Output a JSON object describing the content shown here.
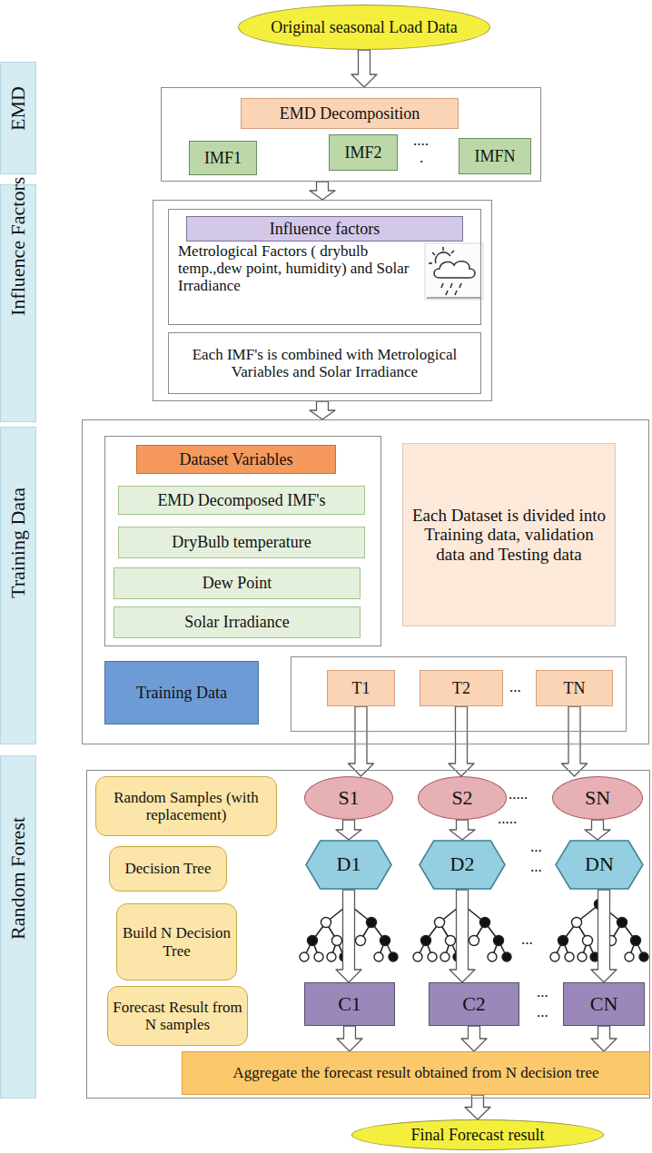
{
  "diagram": {
    "nodes": [
      {
        "text": [
          "Original seasonal Load Data"
        ]
      },
      {
        "text": [
          "EMD"
        ]
      },
      {
        "text": []
      },
      {
        "text": [
          "EMD Decomposition"
        ],
        "in": 2
      },
      {
        "text": [
          "IMF1"
        ],
        "in": 2
      },
      {
        "text": [
          "IMF2"
        ],
        "in": 2
      },
      {
        "text": [
          "IMFN"
        ],
        "in": 2
      },
      {
        "text": [
          "Influence Factors"
        ]
      },
      {
        "text": []
      },
      {
        "text": [
          "Metrological Factors ( drybulb temp.,dew point, humidity) and Solar Irradiance"
        ],
        "in": 8
      },
      {
        "text": [
          "Influence factors"
        ],
        "in": 9
      },
      {
        "text": [
          "Each IMF's is combined with Metrological Variables and Solar Irradiance"
        ],
        "in": 8
      },
      {
        "text": [
          "Training Data"
        ]
      },
      {
        "text": []
      },
      {
        "text": [],
        "in": 13
      },
      {
        "text": [
          "Dataset Variables"
        ],
        "in": 14
      },
      {
        "text": [
          "EMD Decomposed IMF's"
        ],
        "in": 14
      },
      {
        "text": [
          "DryBulb temperature"
        ],
        "in": 14
      },
      {
        "text": [
          "Dew Point"
        ],
        "in": 14
      },
      {
        "text": [
          "Solar Irradiance"
        ],
        "in": 14
      },
      {
        "text": [
          "Each Dataset is divided into Training data, validation data and Testing data"
        ],
        "in": 13
      },
      {
        "text": [
          "Training Data"
        ],
        "in": 13
      },
      {
        "text": [],
        "in": 13
      },
      {
        "text": [
          "T1"
        ],
        "in": 22
      },
      {
        "text": [
          "T2"
        ],
        "in": 22
      },
      {
        "text": [
          "TN"
        ],
        "in": 22
      },
      {
        "text": [
          "Random Forest"
        ]
      },
      {
        "text": []
      },
      {
        "text": [
          "Random Samples (with replacement)"
        ],
        "in": 27
      },
      {
        "text": [
          "S1"
        ],
        "in": 27
      },
      {
        "text": [
          "S2"
        ],
        "in": 27
      },
      {
        "text": [
          "SN"
        ],
        "in": 27
      },
      {
        "text": [
          "Decision Tree"
        ],
        "in": 27
      },
      {
        "text": [
          "D1"
        ],
        "in": 27
      },
      {
        "text": [
          "D2"
        ],
        "in": 27
      },
      {
        "text": [
          "DN"
        ],
        "in": 27
      },
      {
        "text": [
          "Build N Decision Tree"
        ],
        "in": 27
      },
      {
        "text": [
          "Forecast Result from N samples"
        ],
        "in": 27
      },
      {
        "text": [
          "C1"
        ],
        "in": 27
      },
      {
        "text": [
          "C2"
        ],
        "in": 27
      },
      {
        "text": [
          "CN"
        ],
        "in": 27
      },
      {
        "text": [
          "Aggregate the forecast result obtained from N decision tree"
        ],
        "in": 27
      },
      {
        "text": [
          "Final Forecast result"
        ]
      }
    ],
    "edges": [
      {
        "from": 0,
        "to": 2,
        "arrow": "to"
      },
      {
        "from": 2,
        "to": 8,
        "arrow": "to"
      },
      {
        "from": 8,
        "to": 13,
        "arrow": "to"
      },
      {
        "from": 23,
        "to": 29,
        "arrow": "to"
      },
      {
        "from": 24,
        "to": 30,
        "arrow": "to"
      },
      {
        "from": 25,
        "to": 31,
        "arrow": "to"
      },
      {
        "from": 29,
        "to": 33,
        "arrow": "to"
      },
      {
        "from": 30,
        "to": 34,
        "arrow": "to"
      },
      {
        "from": 31,
        "to": 35,
        "arrow": "to"
      },
      {
        "from": 33,
        "to": 38,
        "arrow": "to"
      },
      {
        "from": 34,
        "to": 39,
        "arrow": "to"
      },
      {
        "from": 35,
        "to": 40,
        "arrow": "to"
      },
      {
        "from": 38,
        "to": 41,
        "arrow": "to"
      },
      {
        "from": 39,
        "to": 41,
        "arrow": "to"
      },
      {
        "from": 40,
        "to": 41,
        "arrow": "to"
      },
      {
        "from": 41,
        "to": 42,
        "arrow": "to"
      }
    ],
    "labels": [
      "....",
      ".",
      "...",
      ".....",
      ".....",
      "...",
      "...",
      "...",
      "...",
      "..."
    ]
  }
}
